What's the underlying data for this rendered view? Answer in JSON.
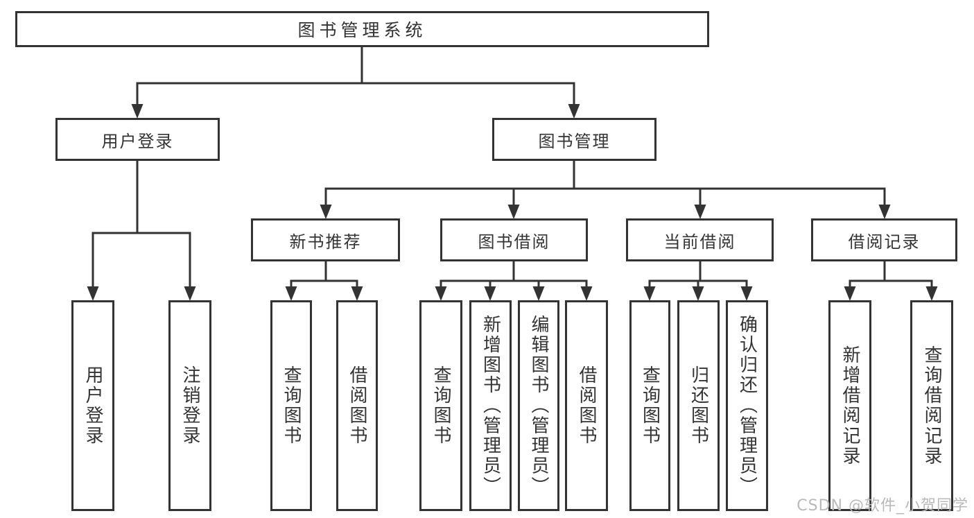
{
  "diagram": {
    "root": {
      "label": "图书管理系统"
    },
    "level2": [
      {
        "label": "用户登录"
      },
      {
        "label": "图书管理"
      }
    ],
    "level3": [
      {
        "label": "新书推荐"
      },
      {
        "label": "图书借阅"
      },
      {
        "label": "当前借阅"
      },
      {
        "label": "借阅记录"
      }
    ],
    "leaves": {
      "user_login": [
        {
          "label": "用户登录"
        },
        {
          "label": "注销登录"
        }
      ],
      "new_book_recommend": [
        {
          "label": "查询图书"
        },
        {
          "label": "借阅图书"
        }
      ],
      "book_borrow": [
        {
          "label": "查询图书"
        },
        {
          "label": "新增图书（管理员）"
        },
        {
          "label": "编辑图书（管理员）"
        },
        {
          "label": "借阅图书"
        }
      ],
      "current_borrow": [
        {
          "label": "查询图书"
        },
        {
          "label": "归还图书"
        },
        {
          "label": "确认归还（管理员）"
        }
      ],
      "borrow_records": [
        {
          "label": "新增借阅记录"
        },
        {
          "label": "查询借阅记录"
        }
      ]
    }
  },
  "watermark": {
    "text": "CSDN @软件_小贺同学"
  },
  "colors": {
    "line": "#333333",
    "text": "#333333",
    "watermark_text": "#b9b9b9",
    "background": "#ffffff"
  }
}
